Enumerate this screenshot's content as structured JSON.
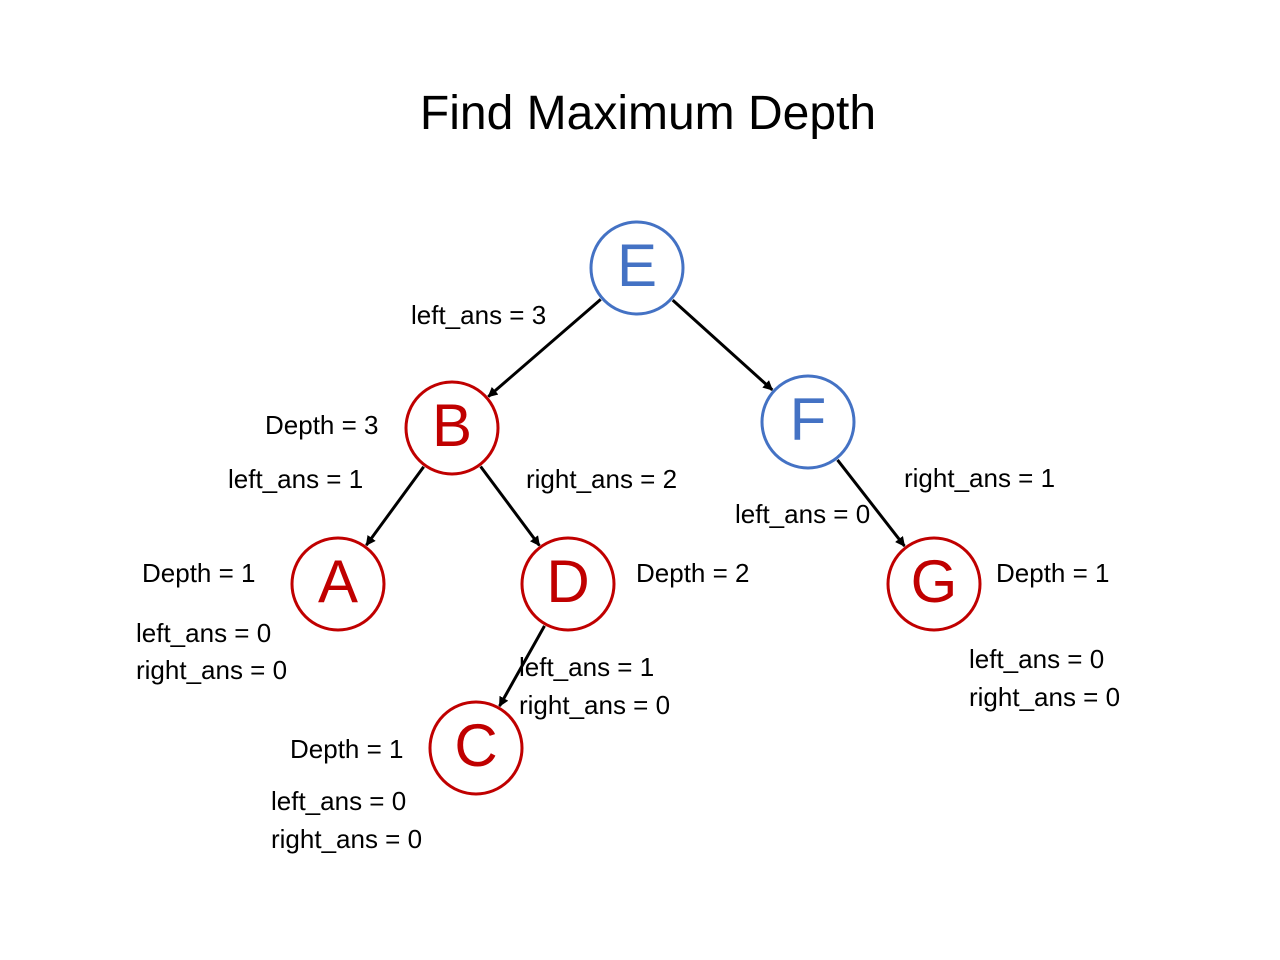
{
  "title": "Find Maximum Depth",
  "colors": {
    "visited": "#c00000",
    "unvisited": "#4472c4",
    "edge": "#000000"
  },
  "nodes": [
    {
      "id": "E",
      "label": "E",
      "state": "unvisited"
    },
    {
      "id": "B",
      "label": "B",
      "state": "visited"
    },
    {
      "id": "F",
      "label": "F",
      "state": "unvisited"
    },
    {
      "id": "A",
      "label": "A",
      "state": "visited"
    },
    {
      "id": "D",
      "label": "D",
      "state": "visited"
    },
    {
      "id": "G",
      "label": "G",
      "state": "visited"
    },
    {
      "id": "C",
      "label": "C",
      "state": "visited"
    }
  ],
  "edges": [
    {
      "from": "E",
      "to": "B"
    },
    {
      "from": "E",
      "to": "F"
    },
    {
      "from": "B",
      "to": "A"
    },
    {
      "from": "B",
      "to": "D"
    },
    {
      "from": "F",
      "to": "G"
    },
    {
      "from": "D",
      "to": "C"
    }
  ],
  "labels": {
    "e_left_ans": "left_ans = 3",
    "b_depth": "Depth = 3",
    "b_left_ans": "left_ans = 1",
    "b_right_ans": "right_ans = 2",
    "f_left_ans": "left_ans = 0",
    "f_right_ans": "right_ans = 1",
    "a_depth": "Depth = 1",
    "a_left_ans": "left_ans = 0",
    "a_right_ans": "right_ans = 0",
    "d_depth": "Depth = 2",
    "d_left_ans": "left_ans = 1",
    "d_right_ans": "right_ans = 0",
    "g_depth": "Depth = 1",
    "g_left_ans": "left_ans = 0",
    "g_right_ans": "right_ans = 0",
    "c_depth": "Depth = 1",
    "c_left_ans": "left_ans = 0",
    "c_right_ans": "right_ans = 0"
  }
}
